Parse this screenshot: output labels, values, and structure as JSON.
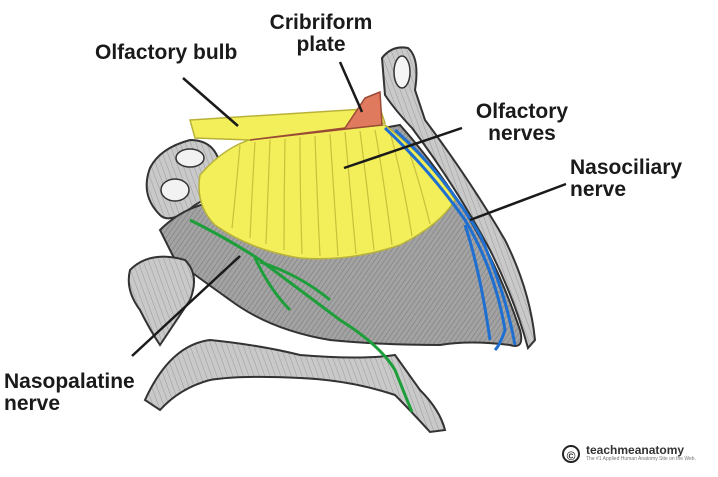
{
  "labels": {
    "olfactory_bulb": "Olfactory bulb",
    "cribriform_line1": "Cribriform",
    "cribriform_line2": "plate",
    "olfactory_nerves_line1": "Olfactory",
    "olfactory_nerves_line2": "nerves",
    "nasociliary_line1": "Nasociliary",
    "nasociliary_line2": "nerve",
    "nasopalatine_line1": "Nasopalatine",
    "nasopalatine_line2": "nerve"
  },
  "watermark": {
    "symbol": "©",
    "name": "teachmeanatomy",
    "tagline": "The #1 Applied Human Anatomy Site on the Web."
  },
  "colors": {
    "olfactory": "#f2ef5a",
    "cribriform": "#e07a5f",
    "nasociliary": "#1f6fd1",
    "nasopalatine": "#1e9e3a",
    "bone": "#d9d9d9",
    "mucosa": "#9a9a9a"
  }
}
